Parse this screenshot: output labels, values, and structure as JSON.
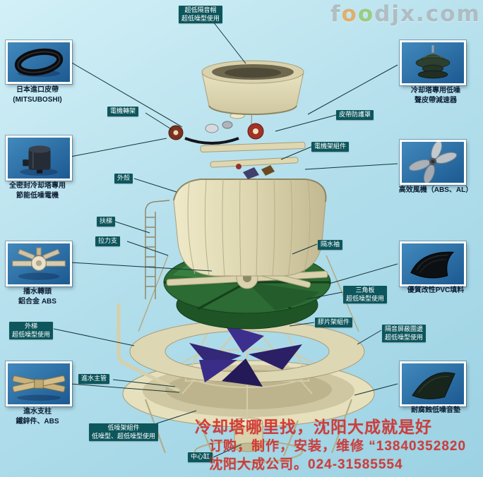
{
  "watermark": {
    "f": "f",
    "o1": "o",
    "o2": "o",
    "rest": "djx.com"
  },
  "tags": [
    {
      "text": "超低隔音帽\n超低噪型使用"
    },
    {
      "text": "電機轉架"
    },
    {
      "text": "皮帶防護罩"
    },
    {
      "text": "電機架組件"
    },
    {
      "text": "外殼"
    },
    {
      "text": "扶梯"
    },
    {
      "text": "拉力支"
    },
    {
      "text": "隔水袖"
    },
    {
      "text": "三角板\n超低噪型使用"
    },
    {
      "text": "膠片架組件"
    },
    {
      "text": "隔音屏蔽圍邊\n超低噪型使用"
    },
    {
      "text": "外梯\n超低噪型使用"
    },
    {
      "text": "進水主管"
    },
    {
      "text": "低噪架組件\n低噪型、超低噪型使用"
    },
    {
      "text": "中心缸"
    }
  ],
  "left_items": [
    {
      "part": "imported-belt",
      "caption": "日本進口皮帶\n(MITSUBOSHI)"
    },
    {
      "part": "sealed-motor",
      "caption": "全密封冷却塔專用\n節能低噪電機"
    },
    {
      "part": "sprinkler-head",
      "caption": "播水轉頭\n鋁合金 ABS"
    },
    {
      "part": "inlet-support",
      "caption": "進水支柱\n鐵鋅件、ABS"
    }
  ],
  "right_items": [
    {
      "part": "belt-reducer",
      "caption": "冷却塔專用低噪\n聲皮帶減速器"
    },
    {
      "part": "fan",
      "caption": "高效風機（ABS、AL）"
    },
    {
      "part": "pvc-filler",
      "caption": "優質改性PVC填料"
    },
    {
      "part": "noise-pad",
      "caption": "耐腐蝕低噪音墊"
    }
  ],
  "ad": {
    "line1": "冷却塔哪里找，沈阳大成就是好",
    "line2": "订购，制作，安装，维修 “13840352820",
    "line3": "沈阳大成公司。024-31585554"
  },
  "colors": {
    "tag_bg": "#0d565c",
    "accent_red": "#d12622",
    "cream": "#e3ddb9",
    "green": "#2c6b33",
    "purple": "#33277a",
    "photo_bg": "#2d77ae"
  }
}
